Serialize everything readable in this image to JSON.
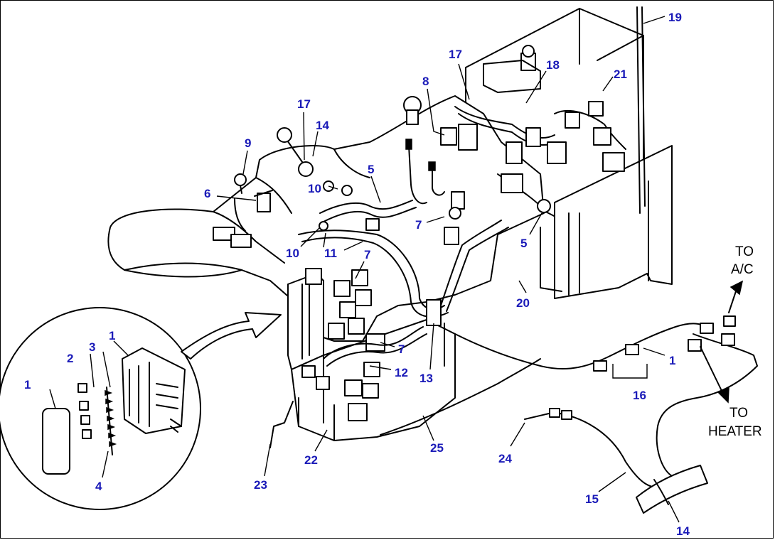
{
  "callouts": [
    {
      "id": "c19",
      "label": "19"
    },
    {
      "id": "c17a",
      "label": "17"
    },
    {
      "id": "c18",
      "label": "18"
    },
    {
      "id": "c21",
      "label": "21"
    },
    {
      "id": "c8",
      "label": "8"
    },
    {
      "id": "c17b",
      "label": "17"
    },
    {
      "id": "c14a",
      "label": "14"
    },
    {
      "id": "c9",
      "label": "9"
    },
    {
      "id": "c5a",
      "label": "5"
    },
    {
      "id": "c10a",
      "label": "10"
    },
    {
      "id": "c6",
      "label": "6"
    },
    {
      "id": "c7a",
      "label": "7"
    },
    {
      "id": "c5b",
      "label": "5"
    },
    {
      "id": "c10b",
      "label": "10"
    },
    {
      "id": "c11",
      "label": "11"
    },
    {
      "id": "c7b",
      "label": "7"
    },
    {
      "id": "c20",
      "label": "20"
    },
    {
      "id": "c7c",
      "label": "7"
    },
    {
      "id": "c12",
      "label": "12"
    },
    {
      "id": "c13",
      "label": "13"
    },
    {
      "id": "c1a",
      "label": "1"
    },
    {
      "id": "c16",
      "label": "16"
    },
    {
      "id": "c1b",
      "label": "1"
    },
    {
      "id": "c2",
      "label": "2"
    },
    {
      "id": "c3",
      "label": "3"
    },
    {
      "id": "c1c",
      "label": "1"
    },
    {
      "id": "c4",
      "label": "4"
    },
    {
      "id": "c24",
      "label": "24"
    },
    {
      "id": "c25",
      "label": "25"
    },
    {
      "id": "c22",
      "label": "22"
    },
    {
      "id": "c23",
      "label": "23"
    },
    {
      "id": "c15",
      "label": "15"
    },
    {
      "id": "c14b",
      "label": "14"
    }
  ],
  "direction_labels": {
    "to_ac_line1": "TO",
    "to_ac_line2": "A/C",
    "to_heater_line1": "TO",
    "to_heater_line2": "HEATER"
  },
  "colors": {
    "callout": "#1a1ab8",
    "linework": "#000000",
    "background": "#ffffff"
  }
}
